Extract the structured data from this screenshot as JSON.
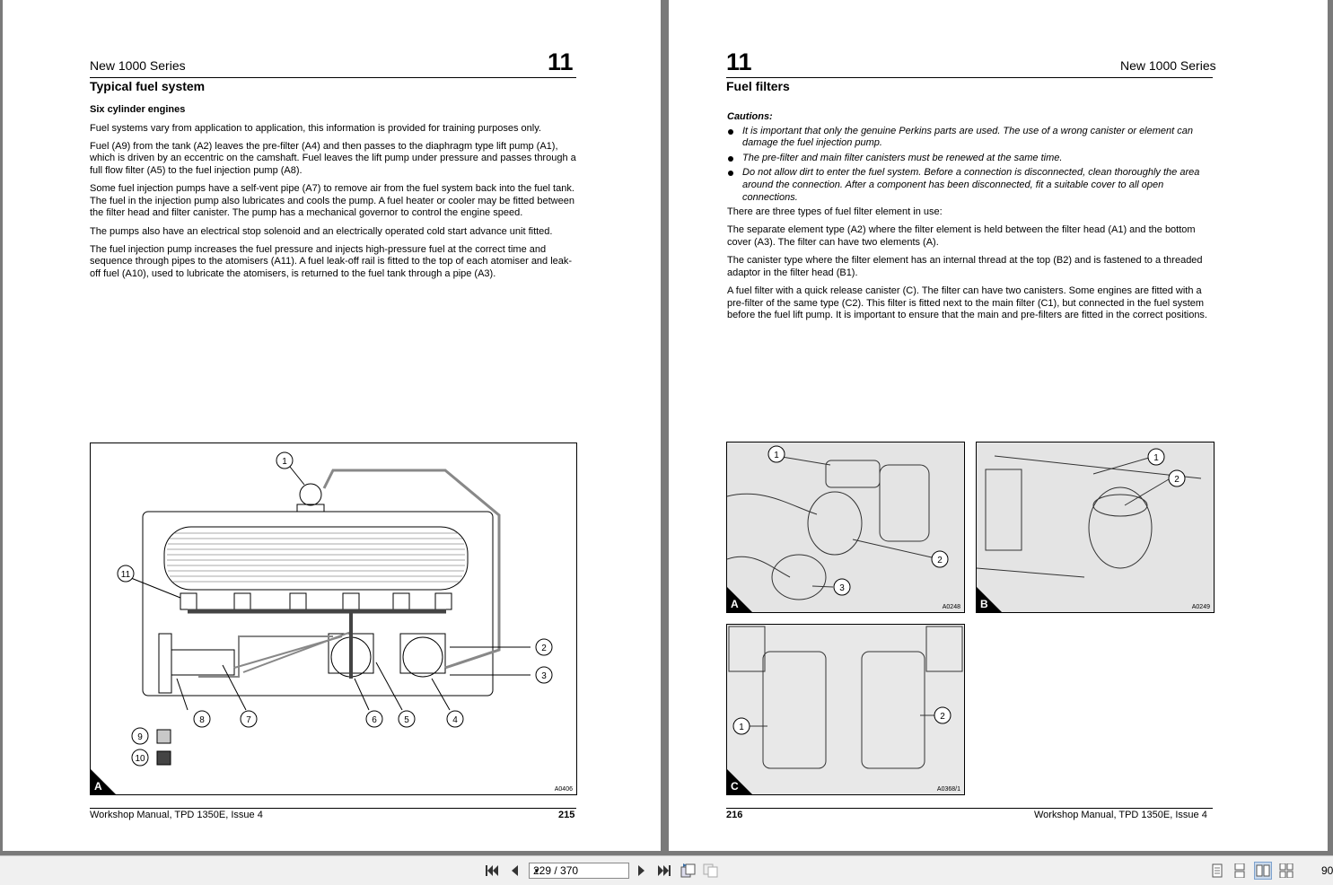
{
  "left_page": {
    "series": "New 1000 Series",
    "chapter": "11",
    "title": "Typical fuel system",
    "subtitle": "Six cylinder engines",
    "paragraphs": [
      "Fuel systems vary from application to application, this information is provided for training purposes only.",
      "Fuel (A9) from the tank (A2) leaves the pre-filter (A4) and then passes to the diaphragm type lift pump (A1), which is driven by an eccentric on the camshaft. Fuel leaves the lift pump under pressure and passes through a full flow filter (A5) to the fuel injection pump (A8).",
      "Some fuel injection pumps have a self-vent pipe (A7) to remove air from the fuel system back into the fuel tank. The fuel in the injection pump also lubricates and cools the pump. A fuel heater or cooler may be fitted between the filter head and filter canister. The pump has a mechanical governor to control the engine speed.",
      "The pumps also have an electrical stop solenoid and an electrically operated cold start advance unit fitted.",
      "The fuel injection pump increases the fuel pressure and injects high-pressure fuel at the correct time and sequence through pipes to the atomisers (A11). A fuel leak-off rail is fitted to the top of each atomiser and leak-off fuel (A10), used to lubricate the atomisers, is returned to the fuel tank through a pipe (A3)."
    ],
    "figure": {
      "letter": "A",
      "ref": "A0406",
      "callouts": [
        "1",
        "2",
        "3",
        "4",
        "5",
        "6",
        "7",
        "8",
        "9",
        "10",
        "11"
      ]
    },
    "footer_text": "Workshop Manual, TPD 1350E, Issue 4",
    "page_number": "215"
  },
  "right_page": {
    "series": "New 1000 Series",
    "chapter": "11",
    "title": "Fuel filters",
    "cautions_label": "Cautions:",
    "cautions": [
      "It is important that only the genuine Perkins parts are used. The use of a wrong canister or element can damage the fuel injection pump.",
      "The pre-filter and main filter canisters must be renewed at the same time.",
      "Do not allow dirt to enter the fuel system. Before a connection is disconnected, clean thoroughly the area around the connection. After a component has been disconnected, fit a suitable cover to all open connections."
    ],
    "paragraphs": [
      "There are three types of fuel filter element in use:",
      "The separate element type (A2) where the filter element is held between the filter head (A1) and the bottom cover (A3). The filter can have two elements (A).",
      "The canister type where the filter element has an internal thread at the top (B2) and is fastened to a threaded adaptor in the filter head (B1).",
      "A fuel filter with a quick release canister (C). The filter can have two canisters. Some engines are fitted with a pre-filter of the same type (C2). This filter is fitted next to the main filter (C1), but connected in the fuel system before the fuel lift pump. It is important to ensure that the main and pre-filters are fitted in the correct positions."
    ],
    "figures": [
      {
        "letter": "A",
        "ref": "A0248",
        "callouts": [
          "1",
          "2",
          "3"
        ]
      },
      {
        "letter": "B",
        "ref": "A0249",
        "callouts": [
          "1",
          "2"
        ]
      },
      {
        "letter": "C",
        "ref": "A0368/1",
        "callouts": [
          "1",
          "2"
        ]
      }
    ],
    "footer_text": "Workshop Manual, TPD 1350E, Issue 4",
    "page_number": "216"
  },
  "toolbar": {
    "page_indicator": "229 / 370",
    "zoom": "90",
    "icons": [
      "first-page-icon",
      "previous-page-icon",
      "next-page-icon",
      "last-page-icon",
      "rotate-icon",
      "copy-icon",
      "single-page-view-icon",
      "continuous-view-icon",
      "two-page-view-icon",
      "two-page-continuous-view-icon"
    ]
  }
}
